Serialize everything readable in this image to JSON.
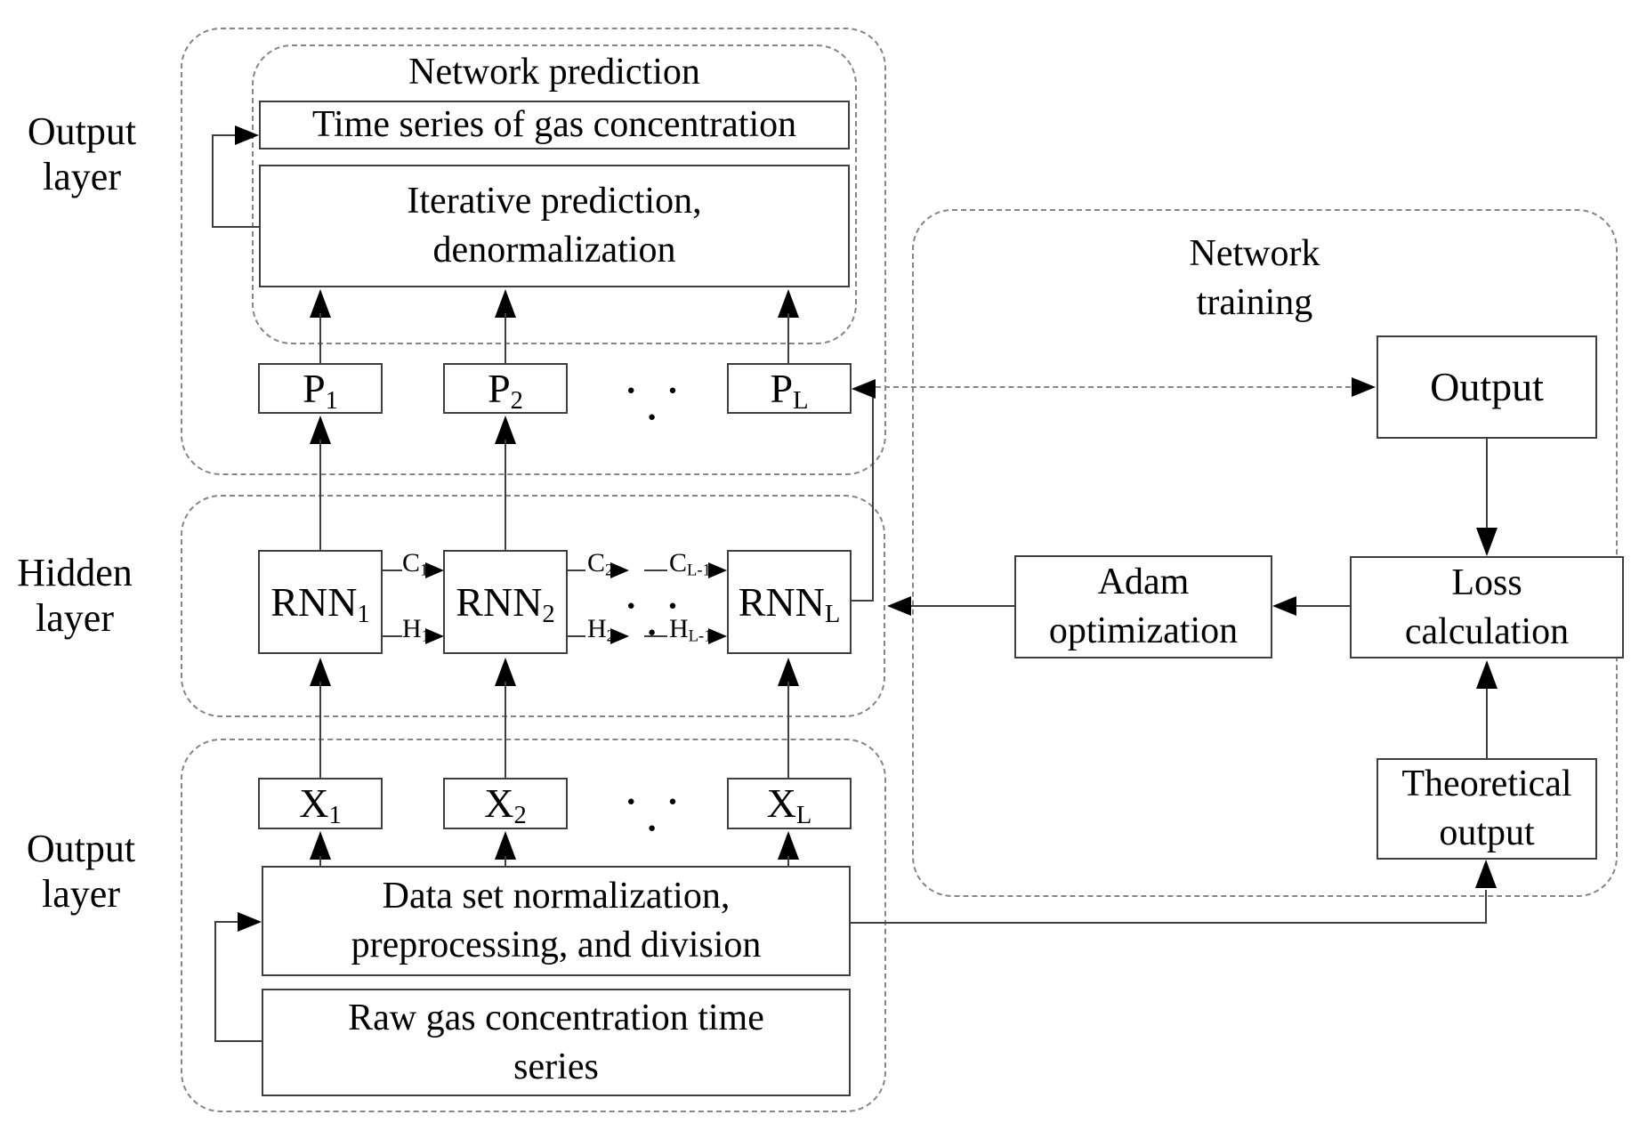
{
  "labels": {
    "output_top": {
      "line1": "Output",
      "line2": "layer"
    },
    "hidden": {
      "line1": "Hidden",
      "line2": "layer"
    },
    "output_bottom": {
      "line1": "Output",
      "line2": "layer"
    }
  },
  "prediction": {
    "title": "Network prediction",
    "time_series": "Time series of gas concentration",
    "iterative": {
      "line1": "Iterative prediction,",
      "line2": "denormalization"
    }
  },
  "training": {
    "title": {
      "line1": "Network",
      "line2": "training"
    },
    "output": "Output",
    "loss": {
      "line1": "Loss",
      "line2": "calculation"
    },
    "adam": {
      "line1": "Adam",
      "line2": "optimization"
    },
    "theoretical": {
      "line1": "Theoretical",
      "line2": "output"
    }
  },
  "input": {
    "dataset": {
      "line1": "Data set normalization,",
      "line2": "preprocessing, and division"
    },
    "raw": {
      "line1": "Raw gas concentration time",
      "line2": "series"
    }
  },
  "nodes": {
    "p1": {
      "base": "P",
      "sub": "1"
    },
    "p2": {
      "base": "P",
      "sub": "2"
    },
    "pL": {
      "base": "P",
      "sub": "L"
    },
    "rnn1": {
      "base": "RNN",
      "sub": "1"
    },
    "rnn2": {
      "base": "RNN",
      "sub": "2"
    },
    "rnnL": {
      "base": "RNN",
      "sub": "L"
    },
    "x1": {
      "base": "X",
      "sub": "1"
    },
    "x2": {
      "base": "X",
      "sub": "2"
    },
    "xL": {
      "base": "X",
      "sub": "L"
    }
  },
  "edges": {
    "c1": {
      "base": "C",
      "sub": "1"
    },
    "c2": {
      "base": "C",
      "sub": "2"
    },
    "cL1": {
      "base": "C",
      "sub": "L-1"
    },
    "h1": {
      "base": "H",
      "sub": "1"
    },
    "h2": {
      "base": "H",
      "sub": "2"
    },
    "hL1": {
      "base": "H",
      "sub": "L-1"
    }
  },
  "dots": "● ● ●",
  "colors": {
    "line": "#3f3f3f",
    "dash": "#868686",
    "arrow": "#000000",
    "background": "#ffffff"
  }
}
